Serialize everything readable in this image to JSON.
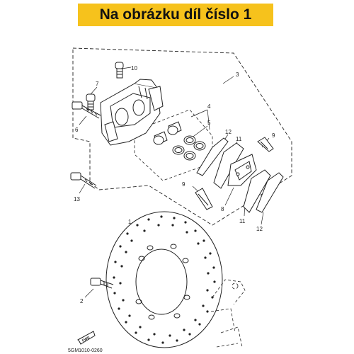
{
  "banner": {
    "text": "Na obrázku díl číslo 1",
    "color": "#f6c21c"
  },
  "callouts": {
    "c1": "1",
    "c2": "2",
    "c3": "3",
    "c4": "4",
    "c5": "5",
    "c6": "6",
    "c7": "7",
    "c8": "8",
    "c9a": "9",
    "c9b": "9",
    "c10": "10",
    "c11a": "11",
    "c11b": "11",
    "c12a": "12",
    "c12b": "12",
    "c13": "13"
  },
  "direction_marker": {
    "text": "FWD"
  },
  "diagram_code": "5GM1010-0260"
}
